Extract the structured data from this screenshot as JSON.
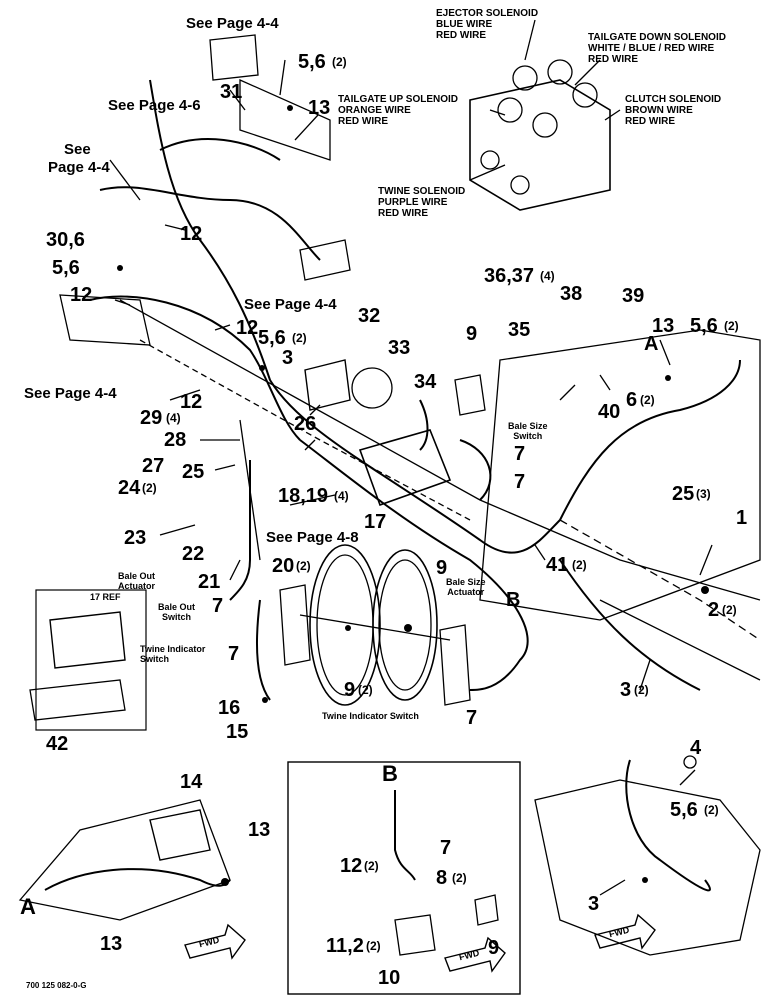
{
  "see_refs": {
    "p44_top": "See Page 4-4",
    "p46": "See Page 4-6",
    "p44_left_a": "See",
    "p44_left_b": "Page 4-4",
    "p44_mid": "See Page 4-4",
    "p44_lower_left": "See Page 4-4",
    "p48": "See Page 4-8"
  },
  "solenoids": {
    "ejector": "EJECTOR SOLENOID\nBLUE WIRE\nRED WIRE",
    "tailgate_down": "TAILGATE DOWN SOLENOID\nWHITE / BLUE / RED WIRE\nRED WIRE",
    "tailgate_up": "TAILGATE UP SOLENOID\nORANGE WIRE\nRED WIRE",
    "clutch": "CLUTCH SOLENOID\nBROWN WIRE\nRED WIRE",
    "twine": "TWINE SOLENOID\nPURPLE WIRE\nRED WIRE"
  },
  "callouts": {
    "c5_6_top": "5,6",
    "q5_6_top": "(2)",
    "c31": "31",
    "c13_top": "13",
    "c12_a": "12",
    "c30_6": "30,6",
    "c5_6_left": "5,6",
    "c12_b": "12",
    "c12_c": "12",
    "c32": "32",
    "c5_6_mid": "5,6",
    "q5_6_mid": "(2)",
    "c3_mid": "3",
    "c12_d": "12",
    "c29": "29",
    "q29": "(4)",
    "c33": "33",
    "c9_a": "9",
    "c34": "34",
    "c36_37": "36,37",
    "q36_37": "(4)",
    "c38": "38",
    "c39": "39",
    "c35": "35",
    "c13_right": "13",
    "c5_6_right": "5,6",
    "q5_6_right": "(2)",
    "letter_a_right": "A",
    "c40": "40",
    "c6": "6",
    "q6": "(2)",
    "c26": "26",
    "c28": "28",
    "c25_left": "25",
    "c27": "27",
    "c24": "24",
    "q24": "(2)",
    "c23": "23",
    "c18_19": "18,19",
    "q18_19": "(4)",
    "c17": "17",
    "c7_a": "7",
    "c7_b": "7",
    "c25_right": "25",
    "q25_right": "(3)",
    "c1": "1",
    "c22": "22",
    "c20": "20",
    "q20": "(2)",
    "c21": "21",
    "c9_b": "9",
    "c41": "41",
    "q41": "(2)",
    "letter_b": "B",
    "c2": "2",
    "q2": "(2)",
    "c7_c": "7",
    "c9_c": "9",
    "q9_c": "(2)",
    "c7_d": "7",
    "c3_right": "3",
    "q3_right": "(2)",
    "c16": "16",
    "c15": "15",
    "c7_e": "7",
    "c42": "42",
    "c14": "14",
    "c13_inset1": "13",
    "letter_a_inset": "A",
    "c13_inset1b": "13",
    "letter_b_inset": "B",
    "c7_inset": "7",
    "c12_inset": "12",
    "q12_inset": "(2)",
    "c8": "8",
    "q8": "(2)",
    "c11_2": "11,2",
    "q11_2": "(2)",
    "c9_inset": "9",
    "c10": "10",
    "c4": "4",
    "c5_6_inset": "5,6",
    "q5_6_inset": "(2)",
    "c3_inset": "3"
  },
  "labels": {
    "bale_out_actuator": "Bale Out\nActuator",
    "bale_out_switch": "Bale Out\nSwitch",
    "bale_size_switch": "Bale Size\nSwitch",
    "bale_size_actuator": "Bale Size\nActuator",
    "twine_indicator_switch_left": "Twine Indicator\nSwitch",
    "twine_indicator_switch_bottom": "Twine Indicator Switch",
    "ref_17": "17 REF",
    "fwd": "FWD",
    "drawing_number": "700 125 082-0-G"
  }
}
